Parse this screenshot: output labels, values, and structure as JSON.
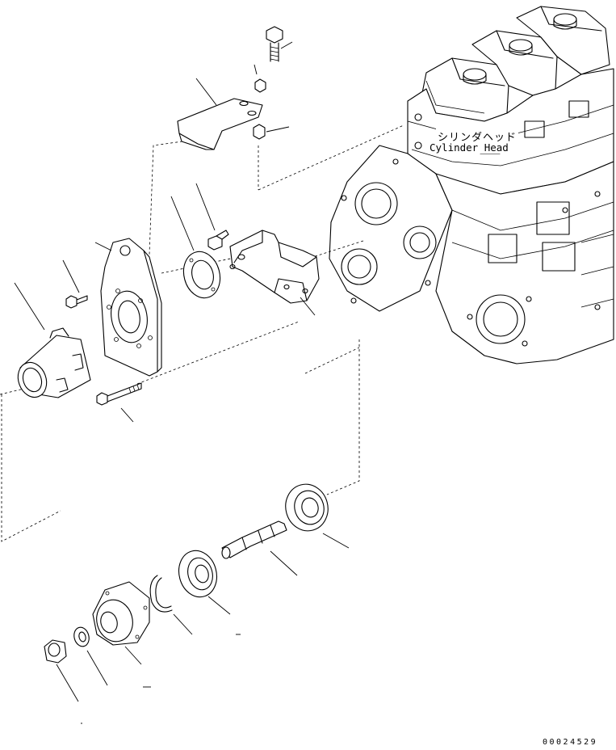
{
  "labels": {
    "cylinder_head_jp": "シリンダヘッド",
    "cylinder_head_en": "Cylinder Head"
  },
  "document_number": "00024529"
}
